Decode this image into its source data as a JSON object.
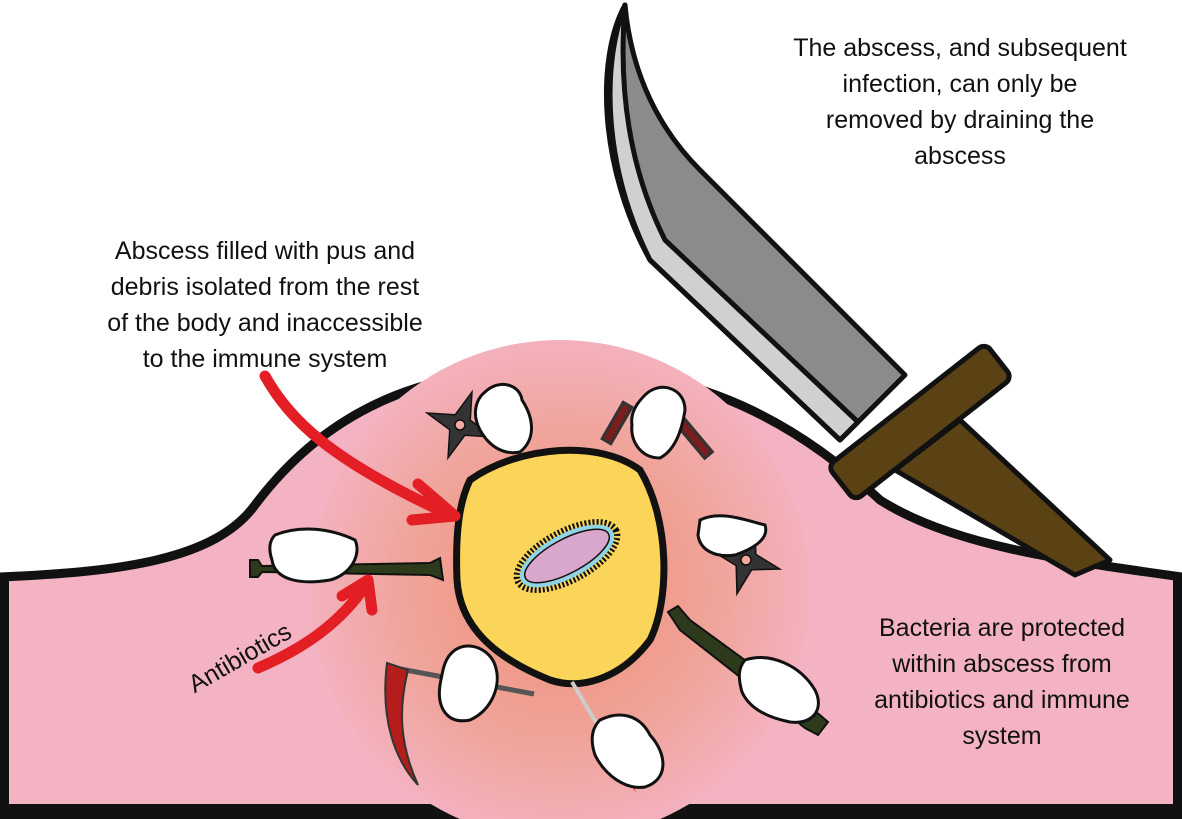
{
  "labels": {
    "drain": [
      "The abscess, and subsequent",
      "infection, can only be",
      "removed by draining the",
      "abscess"
    ],
    "abscess": [
      "Abscess filled with pus and",
      "debris isolated from the rest",
      "of the body and inaccessible",
      "to the immune system"
    ],
    "bacteria": [
      "Bacteria are protected",
      "within abscess from",
      "antibiotics and immune",
      "system"
    ],
    "antibiotics": "Antibiotics"
  },
  "colors": {
    "skin": "#f4b3c2",
    "inflammation": "#f0a08c",
    "abscess": "#fbd45a",
    "bacterium": "#d9a6cc",
    "capsule": "#8fd3e6",
    "arrow": "#e31e24",
    "blade": "#8a8b8a",
    "blade_edge": "#cfd0d0",
    "handle": "#5a4215",
    "weapon_green": "#2d3a1c"
  }
}
